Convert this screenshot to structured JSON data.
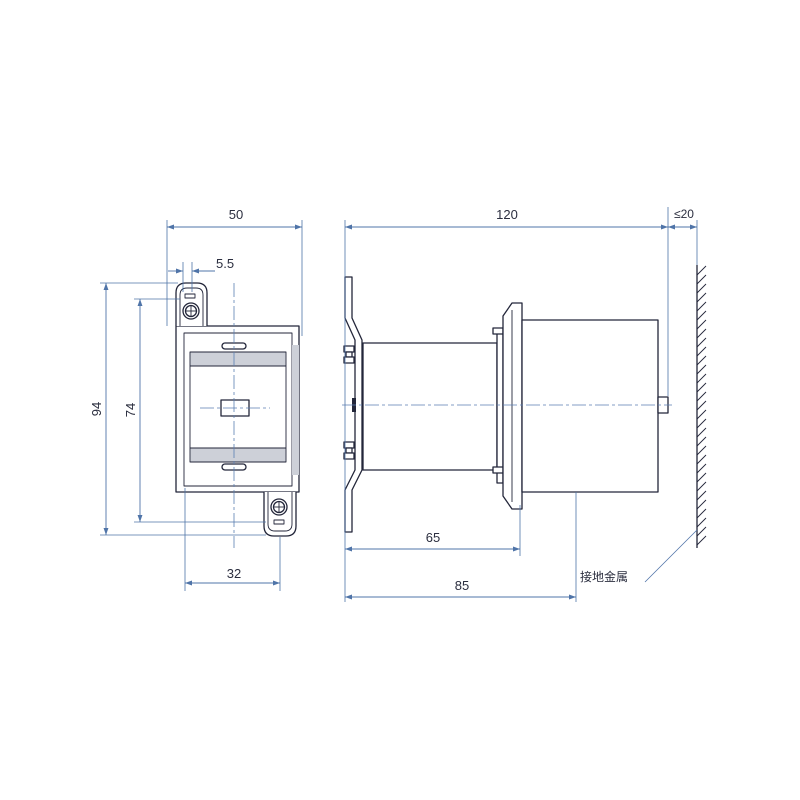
{
  "front_view": {
    "width": "50",
    "slot_width": "5.5",
    "overall_height": "94",
    "mounting_height": "74",
    "bottom_width": "32"
  },
  "side_view": {
    "overall_length": "120",
    "wall_gap": "≤20",
    "flange_depth": "65",
    "housing_depth": "85",
    "ground_label": "接地金属"
  },
  "colors": {
    "outline": "#23263a",
    "dimension": "#4f74a8",
    "centerline": "#5b7fb3",
    "shade": "#cdd0d8",
    "text": "#2b2e3f",
    "background": "#ffffff"
  }
}
